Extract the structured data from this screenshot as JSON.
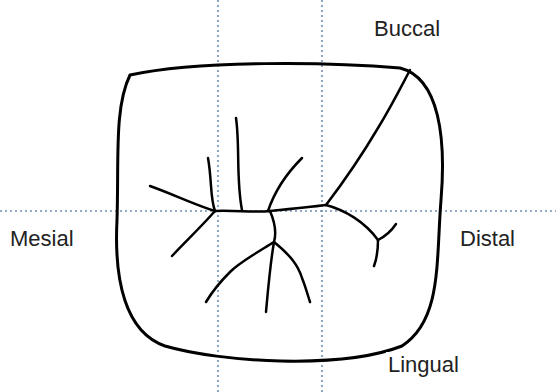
{
  "diagram": {
    "labels": [
      "Buccal",
      "Mesial",
      "Distal",
      "Lingual"
    ]
  }
}
